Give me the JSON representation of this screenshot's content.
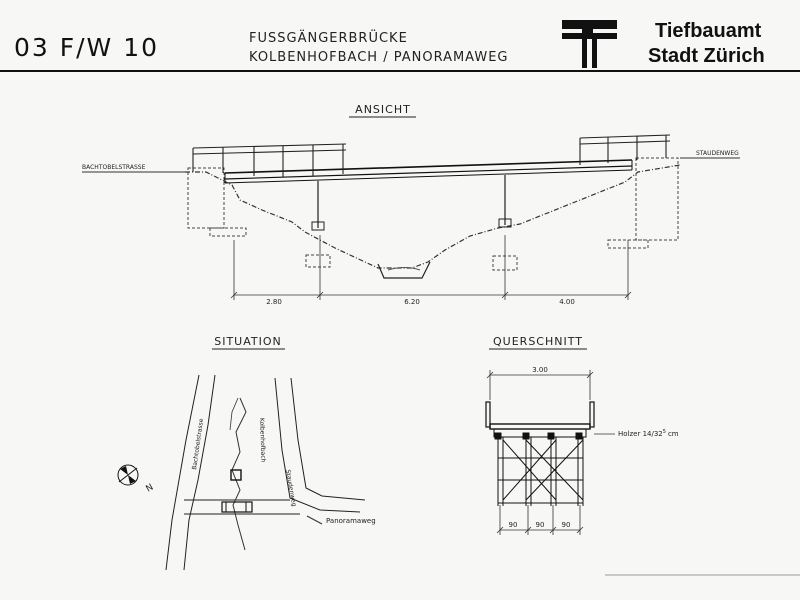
{
  "header": {
    "code": "03 F/W 10",
    "title_line1": "FUSSGÄNGERBRÜCKE",
    "title_line2": "KOLBENHOFBACH / PANORAMAWEG",
    "org_line1": "Tiefbauamt",
    "org_line2": "Stadt Zürich"
  },
  "ansicht": {
    "heading": "ANSICHT",
    "left_road": "BACHTOBELSTRASSE",
    "right_road": "STAUDENWEG",
    "dims": [
      "2.80",
      "6.20",
      "4.00"
    ]
  },
  "situation": {
    "heading": "SITUATION",
    "street_bachtobel": "Bachtobelstrasse",
    "stream": "Kolbenhofbach",
    "street_stauden": "Staudenweg",
    "path_label": "Panoramaweg",
    "north": "N"
  },
  "querschnitt": {
    "heading": "QUERSCHNITT",
    "width_dim": "3.00",
    "deck_note": "Holzer   14/32",
    "deck_note_sup": "5",
    "deck_note_unit": "cm",
    "bay_dims": [
      "90",
      "90",
      "90"
    ]
  }
}
